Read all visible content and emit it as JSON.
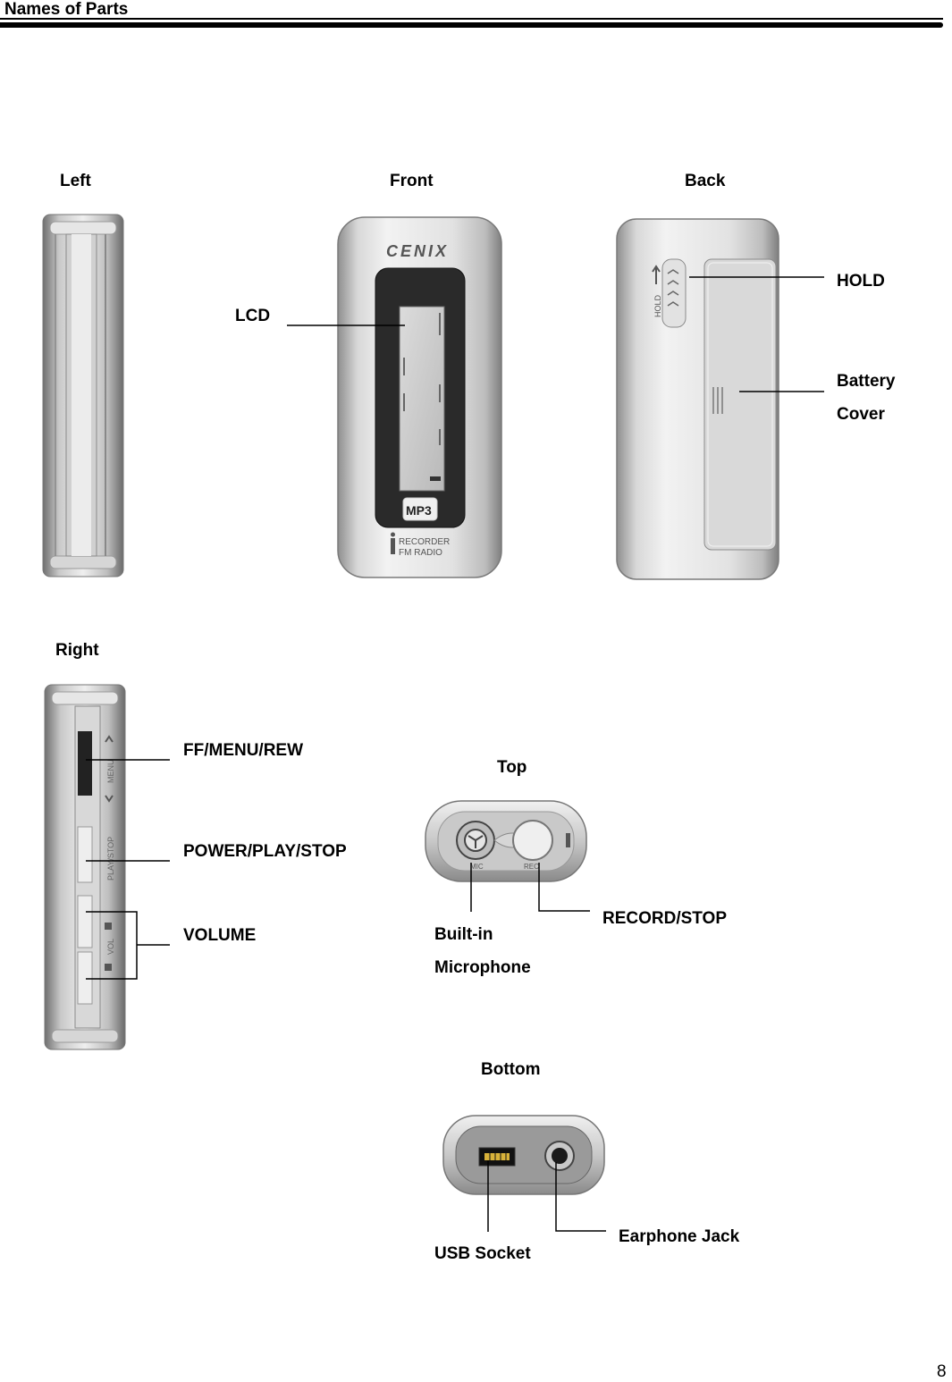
{
  "header": {
    "title": "Names of Parts"
  },
  "views": {
    "left": "Left",
    "front": "Front",
    "back": "Back",
    "right": "Right",
    "top": "Top",
    "bottom": "Bottom"
  },
  "device": {
    "brand": "CENIX",
    "mp3_badge": "MP3",
    "features_line1": "RECORDER",
    "features_line2": "FM RADIO",
    "hold_text": "HOLD",
    "menu_text": "MENU",
    "playstop_text": "PLAY/STOP",
    "vol_text": "VOL",
    "mic_text": "MIC",
    "rec_text": "REC"
  },
  "callouts": {
    "lcd": "LCD",
    "hold": "HOLD",
    "battery_cover_line1": "Battery",
    "battery_cover_line2": "Cover",
    "ff_menu_rew": "FF/MENU/REW",
    "power_play_stop": "POWER/PLAY/STOP",
    "volume": "VOLUME",
    "record_stop": "RECORD/STOP",
    "builtin_mic_line1": "Built-in",
    "builtin_mic_line2": "Microphone",
    "earphone_jack": "Earphone Jack",
    "usb_socket": "USB Socket"
  },
  "footer": {
    "page_number": "8"
  }
}
